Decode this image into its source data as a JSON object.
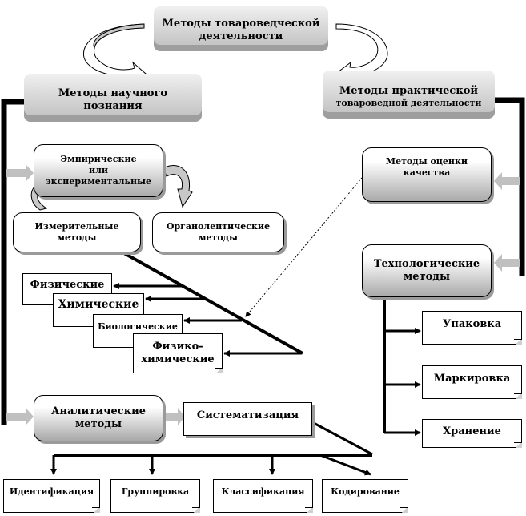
{
  "diagram": {
    "root": {
      "line1": "Методы товароведческой",
      "line2": "деятельности"
    },
    "scientific": {
      "line1": "Методы научного",
      "line2": "познания"
    },
    "practical": {
      "line1": "Методы  практической",
      "line2": "товароведной  деятельности"
    },
    "empirical": {
      "line1": "Эмпирические",
      "line2": "или",
      "line3": "экспериментальные"
    },
    "measuring": {
      "line1": "Измерительные",
      "line2": "методы"
    },
    "organoleptic": {
      "line1": "Органолептические",
      "line2": "методы"
    },
    "measuring_types": [
      {
        "label": "Физические"
      },
      {
        "label": "Химические"
      },
      {
        "label": "Биологические"
      },
      {
        "line1": "Физико-",
        "line2": "химические"
      }
    ],
    "analytical": {
      "line1": "Аналитические",
      "line2": "методы"
    },
    "systematization": {
      "label": "Систематизация"
    },
    "systematization_children": [
      {
        "label": "Идентификация"
      },
      {
        "label": "Группировка"
      },
      {
        "label": "Классификация"
      },
      {
        "label": "Кодирование"
      }
    ],
    "quality": {
      "line1": "Методы оценки",
      "line2": "качества"
    },
    "technological": {
      "line1": "Технологические",
      "line2": "методы"
    },
    "technological_children": [
      {
        "label": "Упаковка"
      },
      {
        "label": "Маркировка"
      },
      {
        "label": "Хранение"
      }
    ],
    "colors": {
      "connector": "#000000",
      "block_arrow": "#c0c0c0",
      "box_shadow": "#9a9a9a"
    }
  }
}
